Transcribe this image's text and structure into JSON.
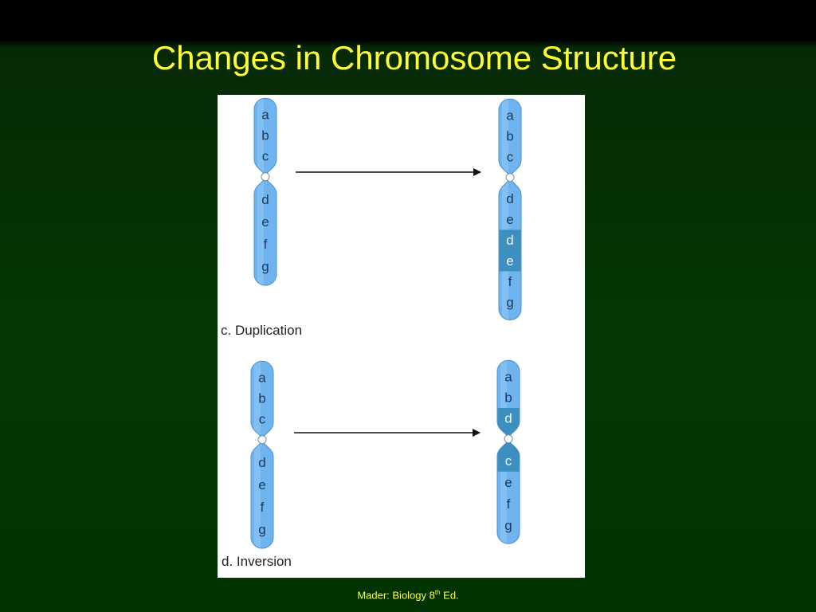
{
  "title": "Changes in Chromosome Structure",
  "colors": {
    "chromosome": "#6fb4ee",
    "chromosome_edge": "#4a90d0",
    "highlight": "#3d8fc0",
    "label": "#1d3a5a",
    "arrow": "#111111",
    "title": "#ffff33"
  },
  "panels": {
    "duplication": {
      "caption": "c. Duplication",
      "before_genes": [
        "a",
        "b",
        "c",
        "d",
        "e",
        "f",
        "g"
      ],
      "after_genes": [
        "a",
        "b",
        "c",
        "d",
        "e",
        "d",
        "e",
        "f",
        "g"
      ],
      "after_highlight": [
        5,
        6
      ]
    },
    "inversion": {
      "caption": "d. Inversion",
      "before_genes": [
        "a",
        "b",
        "c",
        "d",
        "e",
        "f",
        "g"
      ],
      "after_genes": [
        "a",
        "b",
        "d",
        "c",
        "e",
        "f",
        "g"
      ],
      "after_highlight": [
        2,
        3
      ]
    }
  },
  "footer": {
    "text_before": "Mader: Biology 8",
    "superscript": "th",
    "text_after": " Ed."
  }
}
